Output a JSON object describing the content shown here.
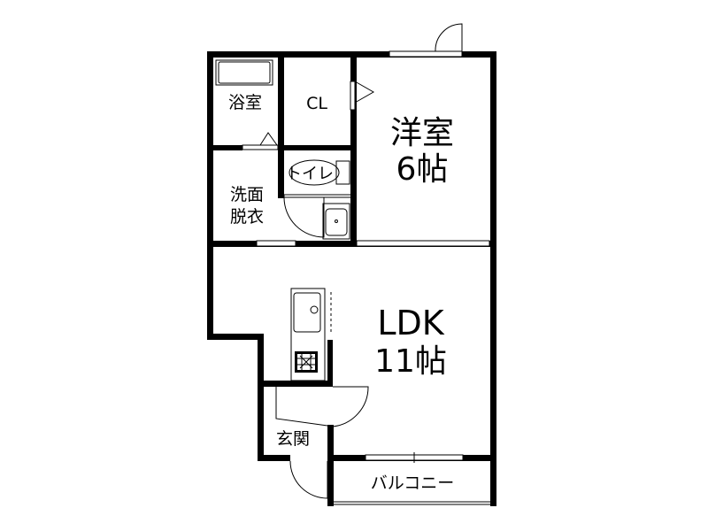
{
  "rooms": {
    "bathroom": "浴室",
    "closet": "CL",
    "western_room_name": "洋室",
    "western_room_size": "6帖",
    "toilet": "トイレ",
    "washroom_line1": "洗面",
    "washroom_line2": "脱衣",
    "ldk_name": "LDK",
    "ldk_size": "11帖",
    "entrance": "玄関",
    "balcony": "バルコニー"
  }
}
